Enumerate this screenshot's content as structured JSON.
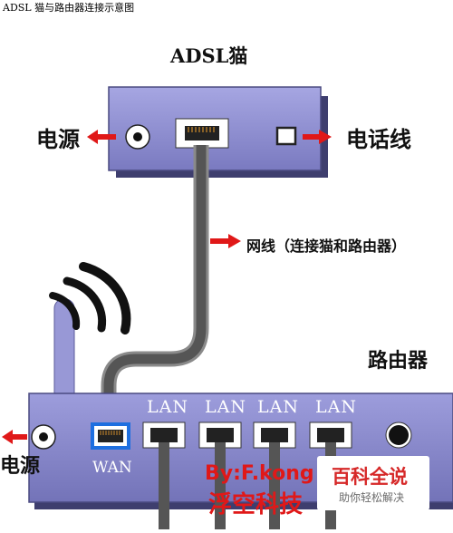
{
  "diagram": {
    "title": "ADSL 猫与路由器连接示意图",
    "modem": {
      "title": "ADSL猫",
      "power_label": "电源",
      "phone_label": "电话线"
    },
    "cable_label": "网线（连接猫和路由器）",
    "router": {
      "title": "路由器",
      "power_label": "电源",
      "lan_ports": [
        "LAN",
        "LAN",
        "LAN",
        "LAN"
      ],
      "wan_label": "WAN"
    },
    "credit": "By:F.kong",
    "credit_cn": "浮空科技"
  },
  "watermark": {
    "name": "百科全说",
    "slogan": "助你轻松解决"
  },
  "colors": {
    "device_body": "#8e8ed0",
    "cable": "#606060",
    "arrow": "#e01818",
    "wan_highlight": "#1e6fe0"
  }
}
